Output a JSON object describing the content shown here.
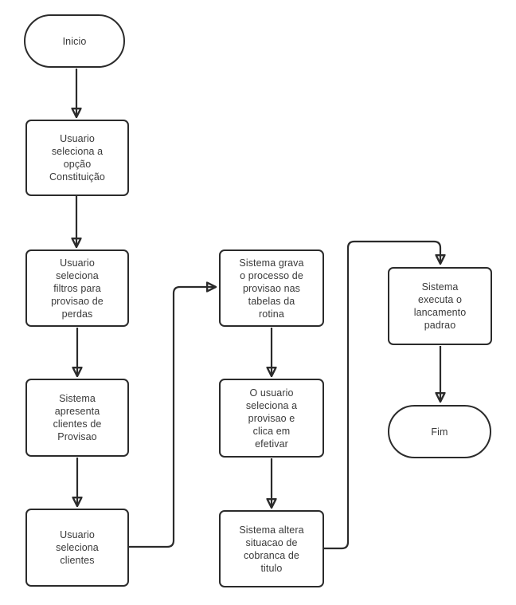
{
  "diagram": {
    "type": "flowchart",
    "background_color": "#ffffff",
    "stroke_color": "#2b2b2b",
    "text_color": "#3a3a3a",
    "nodes": [
      {
        "id": "inicio",
        "shape": "terminator",
        "label": "Inicio"
      },
      {
        "id": "usuario-seleciona-opcao-constituicao",
        "shape": "process",
        "label": "Usuario\nseleciona a\nopção\nConstituição"
      },
      {
        "id": "usuario-seleciona-filtros",
        "shape": "process",
        "label": "Usuario\nseleciona\nfiltros para\nprovisao de\nperdas"
      },
      {
        "id": "sistema-apresenta-clientes",
        "shape": "process",
        "label": "Sistema\napresenta\nclientes de\nProvisao"
      },
      {
        "id": "usuario-seleciona-clientes",
        "shape": "process",
        "label": "Usuario\nseleciona\nclientes"
      },
      {
        "id": "sistema-grava-processo",
        "shape": "process",
        "label": "Sistema grava\no processo de\nprovisao nas\ntabelas da\nrotina"
      },
      {
        "id": "usuario-efetiva-provisao",
        "shape": "process",
        "label": "O usuario\nseleciona a\nprovisao e\nclica em\nefetivar"
      },
      {
        "id": "sistema-altera-situacao",
        "shape": "process",
        "label": "Sistema altera\nsituacao de\ncobranca de\ntitulo"
      },
      {
        "id": "sistema-executa-lancamento",
        "shape": "process",
        "label": "Sistema\nexecuta o\nlancamento\npadrao"
      },
      {
        "id": "fim",
        "shape": "terminator",
        "label": "Fim"
      }
    ],
    "edges": [
      {
        "from": "inicio",
        "to": "usuario-seleciona-opcao-constituicao"
      },
      {
        "from": "usuario-seleciona-opcao-constituicao",
        "to": "usuario-seleciona-filtros"
      },
      {
        "from": "usuario-seleciona-filtros",
        "to": "sistema-apresenta-clientes"
      },
      {
        "from": "sistema-apresenta-clientes",
        "to": "usuario-seleciona-clientes"
      },
      {
        "from": "usuario-seleciona-clientes",
        "to": "sistema-grava-processo"
      },
      {
        "from": "sistema-grava-processo",
        "to": "usuario-efetiva-provisao"
      },
      {
        "from": "usuario-efetiva-provisao",
        "to": "sistema-altera-situacao"
      },
      {
        "from": "sistema-altera-situacao",
        "to": "sistema-executa-lancamento"
      },
      {
        "from": "sistema-executa-lancamento",
        "to": "fim"
      }
    ]
  }
}
